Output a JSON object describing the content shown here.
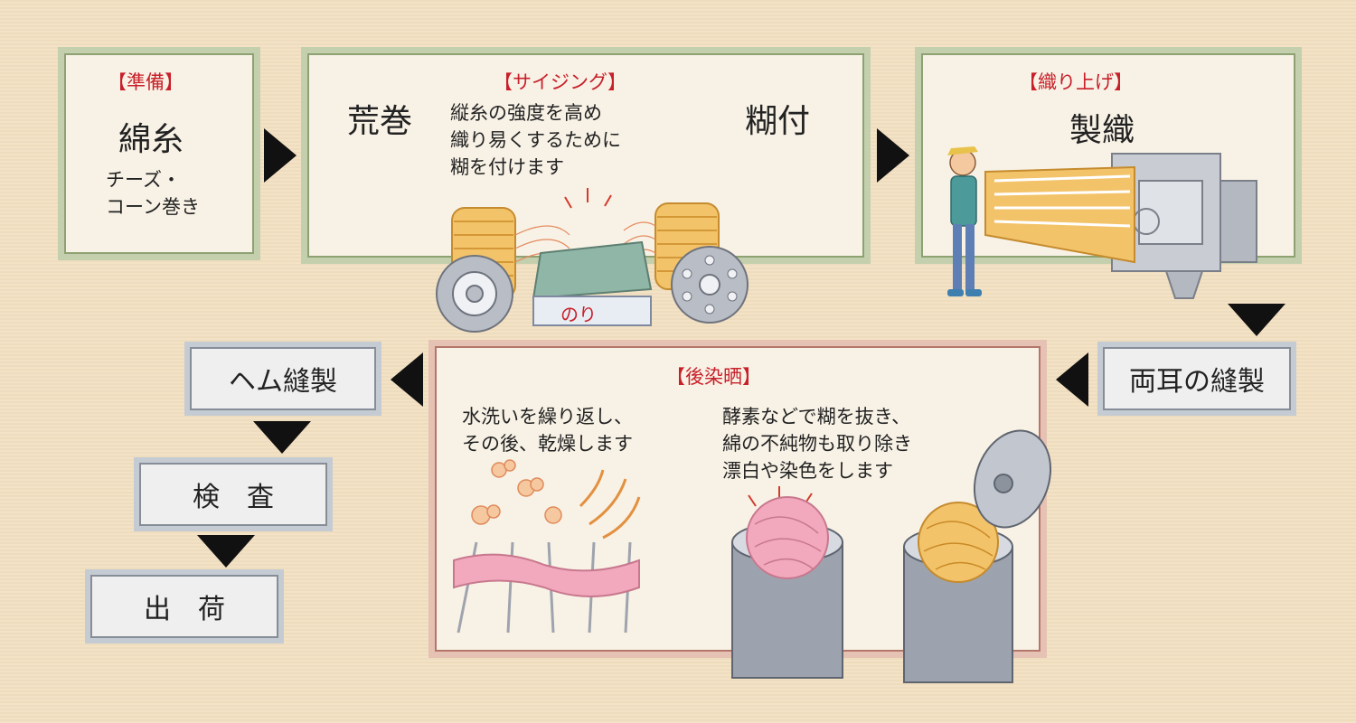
{
  "prep": {
    "title": "【準備】",
    "main": "綿糸",
    "sub1": "チーズ・",
    "sub2": "コーン巻き"
  },
  "sizing": {
    "title": "【サイジング】",
    "left": "荒巻",
    "right": "糊付",
    "desc1": "縦糸の強度を高め",
    "desc2": "織り易くするために",
    "desc3": "糊を付けます",
    "tray_label": "のり"
  },
  "weaving": {
    "title": "【織り上げ】",
    "main": "製織"
  },
  "selvage": {
    "label": "両耳の縫製"
  },
  "post": {
    "title": "【後染晒】",
    "left1": "水洗いを繰り返し、",
    "left2": "その後、乾燥します",
    "right1": "酵素などで糊を抜き、",
    "right2": "綿の不純物も取り除き",
    "right3": "漂白や染色をします"
  },
  "hem": {
    "label": "ヘム縫製"
  },
  "inspect": {
    "label": "検　査"
  },
  "ship": {
    "label": "出　荷"
  },
  "colors": {
    "title_red": "#c8202a",
    "border_green": "#8ea172",
    "border_red": "#b5766a",
    "border_grey": "#868d97",
    "yarn": "#f3c36a",
    "pink": "#f2a9bd"
  }
}
